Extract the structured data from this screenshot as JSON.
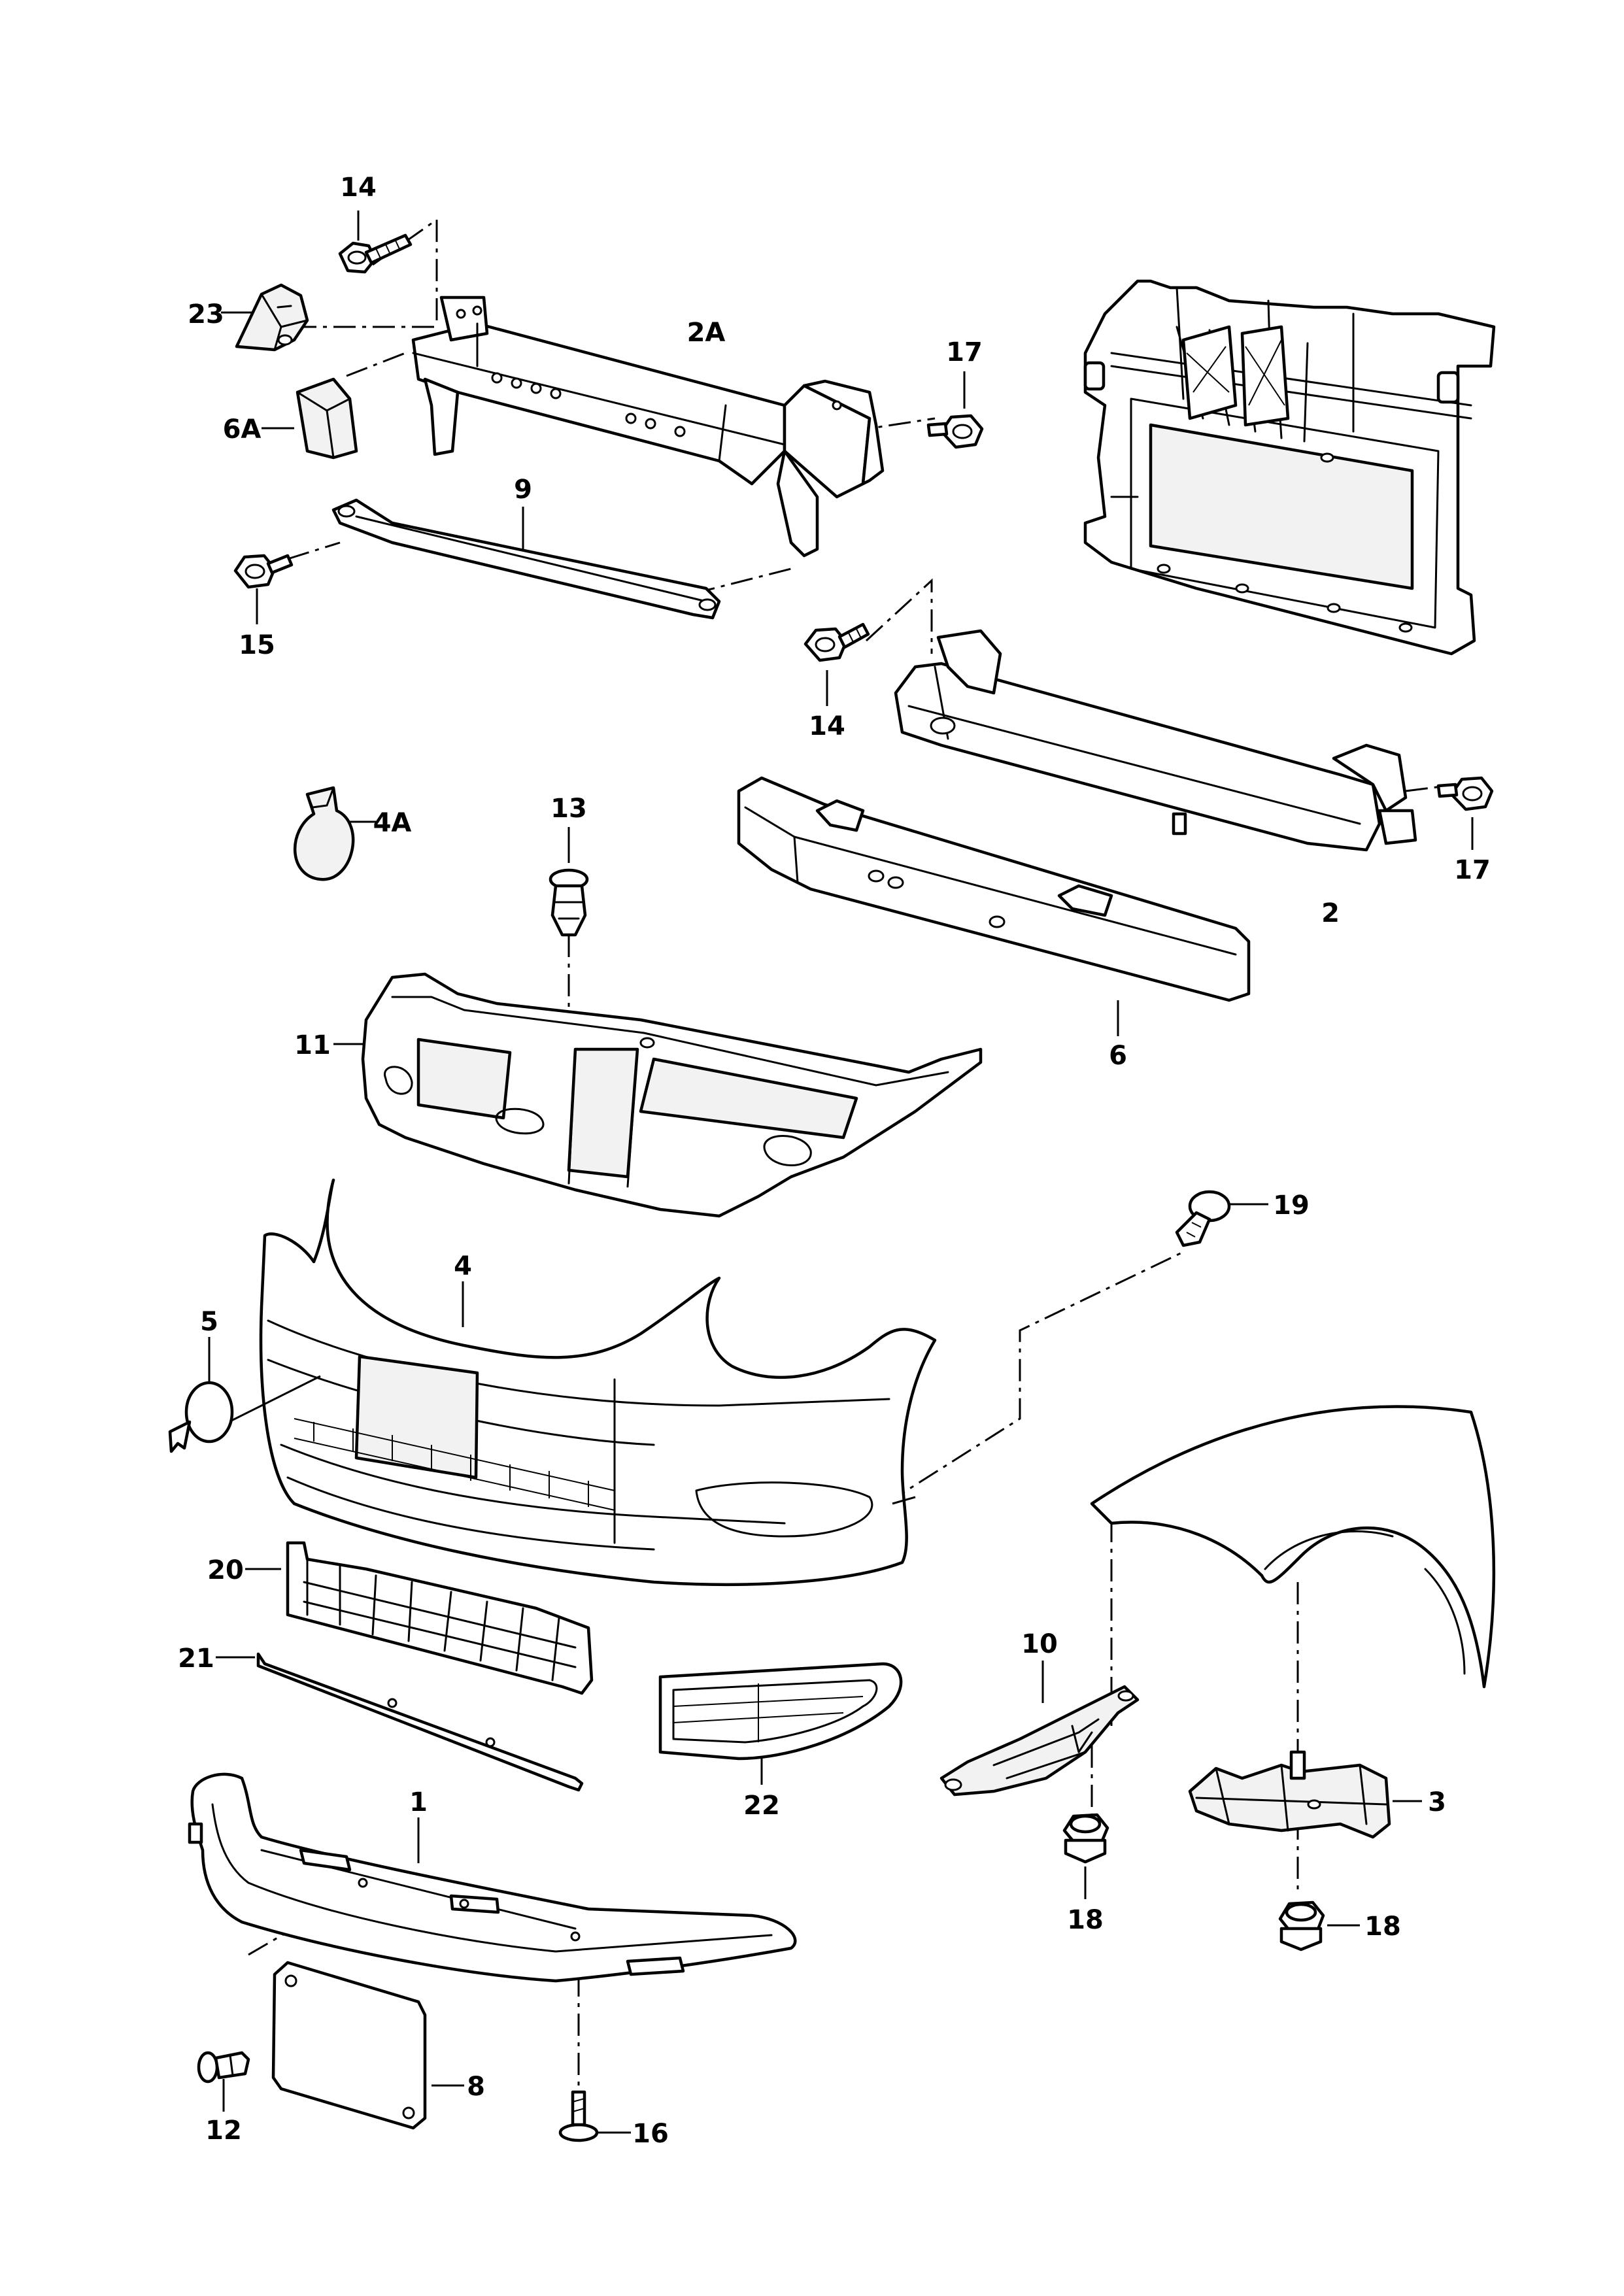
{
  "diagram": {
    "callouts": [
      {
        "id": "c14a",
        "label": "14"
      },
      {
        "id": "c23",
        "label": "23"
      },
      {
        "id": "c2A",
        "label": "2A"
      },
      {
        "id": "c17a",
        "label": "17"
      },
      {
        "id": "c6A",
        "label": "6A"
      },
      {
        "id": "c9",
        "label": "9"
      },
      {
        "id": "c15",
        "label": "15"
      },
      {
        "id": "c14b",
        "label": "14"
      },
      {
        "id": "c17b",
        "label": "17"
      },
      {
        "id": "c2",
        "label": "2"
      },
      {
        "id": "c4A",
        "label": "4A"
      },
      {
        "id": "c13",
        "label": "13"
      },
      {
        "id": "c6",
        "label": "6"
      },
      {
        "id": "c11",
        "label": "11"
      },
      {
        "id": "c19",
        "label": "19"
      },
      {
        "id": "c4",
        "label": "4"
      },
      {
        "id": "c5",
        "label": "5"
      },
      {
        "id": "c20",
        "label": "20"
      },
      {
        "id": "c21",
        "label": "21"
      },
      {
        "id": "c10",
        "label": "10"
      },
      {
        "id": "c22",
        "label": "22"
      },
      {
        "id": "c3",
        "label": "3"
      },
      {
        "id": "c1",
        "label": "1"
      },
      {
        "id": "c18a",
        "label": "18"
      },
      {
        "id": "c18b",
        "label": "18"
      },
      {
        "id": "c8",
        "label": "8"
      },
      {
        "id": "c12",
        "label": "12"
      },
      {
        "id": "c16",
        "label": "16"
      }
    ]
  }
}
